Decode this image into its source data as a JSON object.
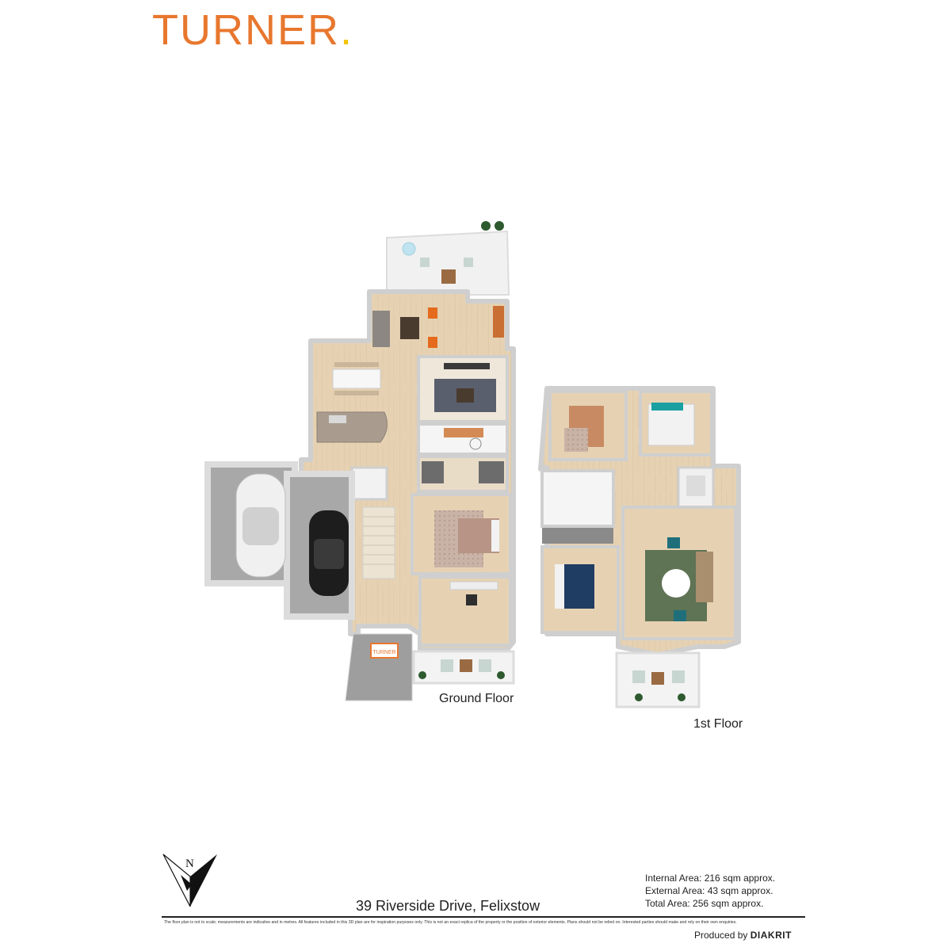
{
  "header": {
    "logo_text": "TURNER",
    "logo_dot": ".",
    "brand_color": "#e8772e",
    "dot_color": "#f2c300"
  },
  "plan": {
    "ground_floor_label": "Ground Floor",
    "first_floor_label": "1st Floor",
    "doormat_text": "TURNER"
  },
  "compass": {
    "north_label": "N"
  },
  "footer": {
    "address": "39 Riverside Drive, Felixstow",
    "internal_area": "Internal Area: 216 sqm approx.",
    "external_area": "External Area: 43 sqm approx.",
    "total_area": "Total Area: 256 sqm approx.",
    "disclaimer": "The floor plan is not to scale; measurements are indicative and in metres. All features included in this 3D plan are for inspiration purposes only. This is not an exact replica of the property or the position of exterior elements. Plans should not be relied on. Interested parties should make and rely on their own enquiries.",
    "produced_by": "Produced by",
    "produced_brand": "DIAKRIT"
  }
}
